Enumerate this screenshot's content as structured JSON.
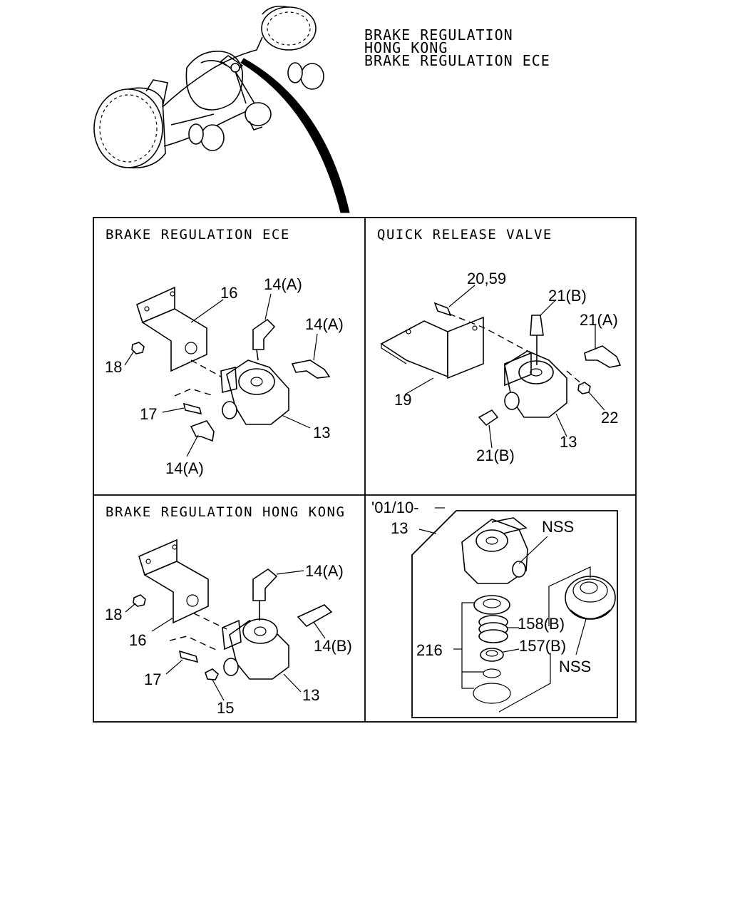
{
  "header": {
    "lines": [
      "BRAKE REGULATION",
      "HONG KONG",
      "BRAKE REGULATION ECE"
    ]
  },
  "panels": {
    "ece": {
      "title": "BRAKE REGULATION ECE",
      "labels": {
        "p16": "16",
        "p14a_top": "14(A)",
        "p14a_right": "14(A)",
        "p18": "18",
        "p17": "17",
        "p13": "13",
        "p14a_bottom": "14(A)"
      }
    },
    "qrv": {
      "title": "QUICK RELEASE VALVE",
      "labels": {
        "p2059": "20,59",
        "p21b_top": "21(B)",
        "p21a": "21(A)",
        "p19": "19",
        "p22": "22",
        "p13": "13",
        "p21b_bottom": "21(B)"
      }
    },
    "hk": {
      "title": "BRAKE REGULATION HONG KONG",
      "labels": {
        "p14a": "14(A)",
        "p18": "18",
        "p16": "16",
        "p14b": "14(B)",
        "p17": "17",
        "p13": "13",
        "p15": "15"
      }
    },
    "kit": {
      "date": "'01/10-",
      "labels": {
        "p13": "13",
        "nss_top": "NSS",
        "p158b": "158(B)",
        "p157b": "157(B)",
        "p216": "216",
        "nss_bottom": "NSS"
      }
    }
  }
}
